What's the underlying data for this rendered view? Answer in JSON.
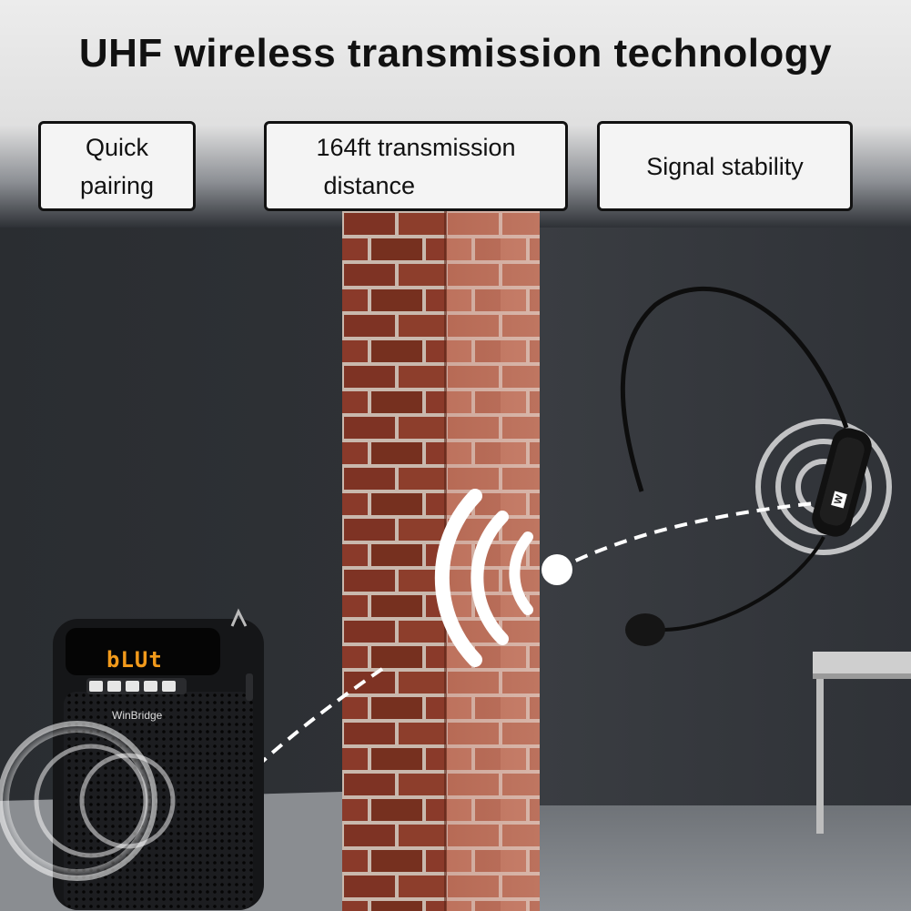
{
  "title": "UHF wireless transmission technology",
  "features": [
    {
      "line1": "Quick",
      "line2": "pairing"
    },
    {
      "line1": "164ft transmission",
      "line2": "distance"
    },
    {
      "line1": "Signal stability",
      "line2": ""
    }
  ],
  "speaker": {
    "display_text": "bLUt",
    "brand": "WinBridge"
  },
  "mic": {
    "logo": "W"
  },
  "colors": {
    "lcd": "#f29a1b",
    "brick": "#8a3a2a",
    "wall": "#2b2e33"
  }
}
